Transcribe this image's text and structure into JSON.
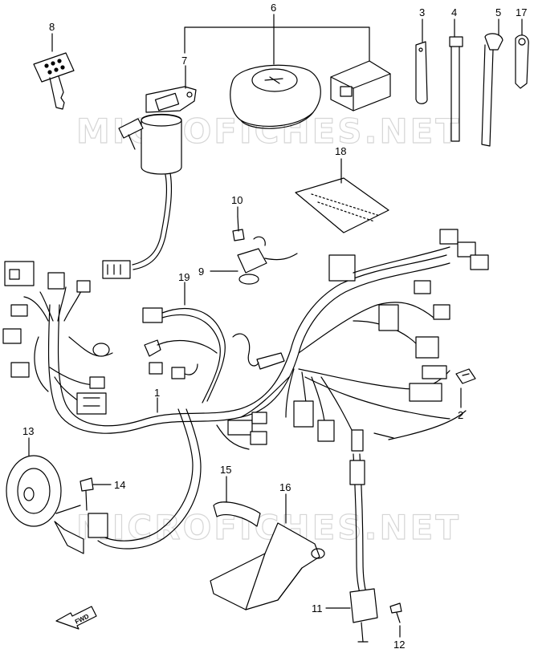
{
  "watermark": "MICROFICHES.NET",
  "fwd_label": "FWD",
  "callouts": [
    {
      "id": "1",
      "label": "1"
    },
    {
      "id": "2",
      "label": "2"
    },
    {
      "id": "3",
      "label": "3"
    },
    {
      "id": "4",
      "label": "4"
    },
    {
      "id": "5",
      "label": "5"
    },
    {
      "id": "6",
      "label": "6"
    },
    {
      "id": "7",
      "label": "7"
    },
    {
      "id": "8",
      "label": "8"
    },
    {
      "id": "9",
      "label": "9"
    },
    {
      "id": "10",
      "label": "10"
    },
    {
      "id": "11",
      "label": "11"
    },
    {
      "id": "12",
      "label": "12"
    },
    {
      "id": "13",
      "label": "13"
    },
    {
      "id": "14",
      "label": "14"
    },
    {
      "id": "15",
      "label": "15"
    },
    {
      "id": "16",
      "label": "16"
    },
    {
      "id": "17",
      "label": "17"
    },
    {
      "id": "18",
      "label": "18"
    },
    {
      "id": "19",
      "label": "19"
    }
  ],
  "colors": {
    "line": "#000000",
    "watermark": "#d6d6d6",
    "background": "#ffffff"
  }
}
